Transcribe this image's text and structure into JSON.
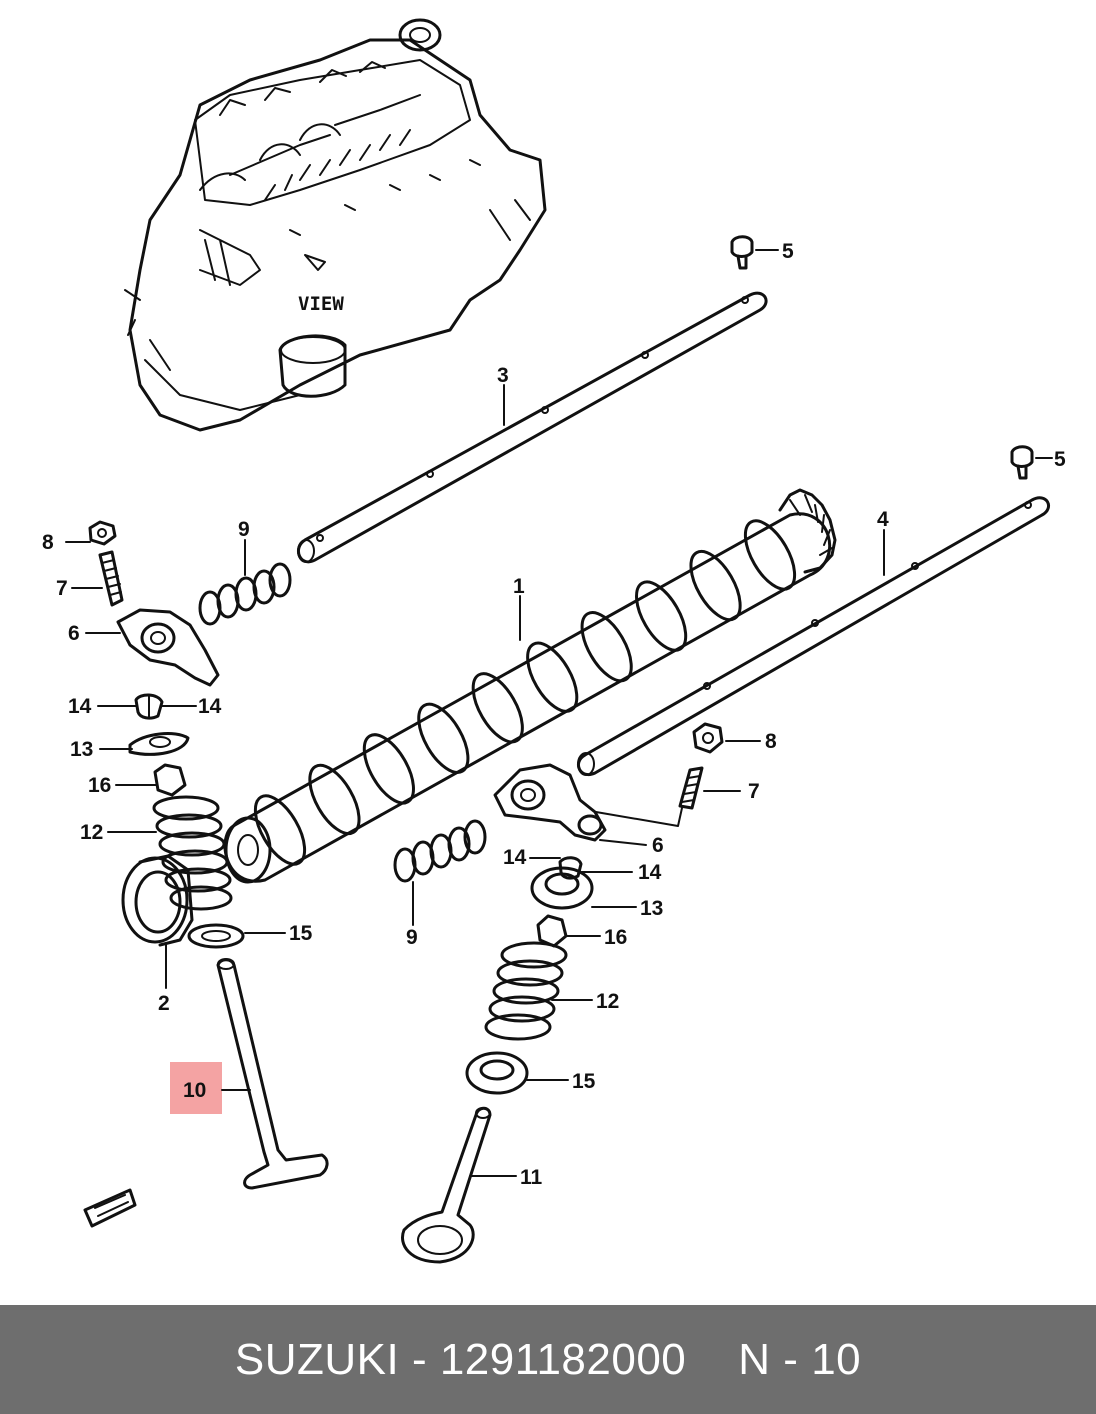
{
  "diagram": {
    "view_label": "VIEW",
    "callouts": {
      "c1": "1",
      "c2": "2",
      "c3": "3",
      "c4": "4",
      "c5a": "5",
      "c5b": "5",
      "c6a": "6",
      "c6b": "6",
      "c7a": "7",
      "c7b": "7",
      "c8a": "8",
      "c8b": "8",
      "c9a": "9",
      "c9b": "9",
      "c10": "10",
      "c11": "11",
      "c12a": "12",
      "c12b": "12",
      "c13a": "13",
      "c13b": "13",
      "c14a": "14",
      "c14b": "14",
      "c14c": "14",
      "c14d": "14",
      "c15a": "15",
      "c15b": "15",
      "c16a": "16",
      "c16b": "16"
    },
    "highlight_color": "#f4a3a3"
  },
  "footer": {
    "brand": "SUZUKI",
    "separator": "-",
    "part_number": "1291182000",
    "ref_prefix": "N",
    "ref_separator": "-",
    "ref_number": "10"
  }
}
